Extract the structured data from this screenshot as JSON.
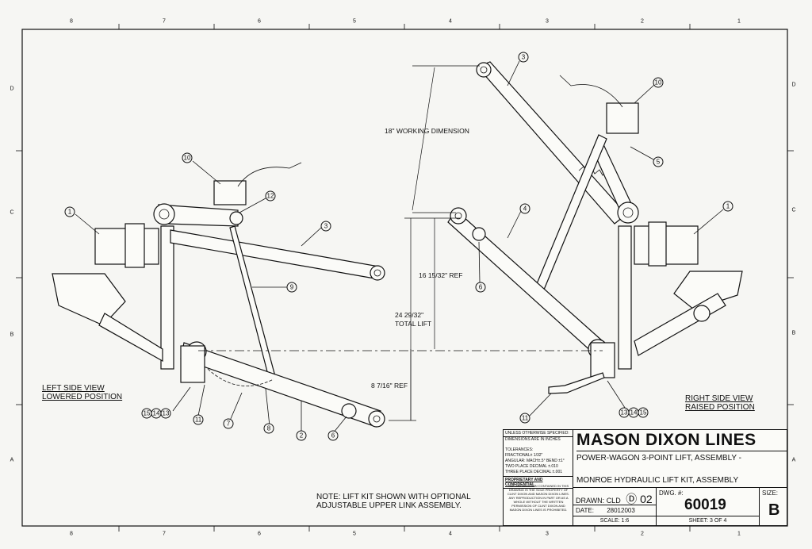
{
  "border": {
    "top_zones": [
      "8",
      "7",
      "6",
      "5",
      "4",
      "3",
      "2",
      "1"
    ],
    "bottom_zones": [
      "8",
      "7",
      "6",
      "5",
      "4",
      "3",
      "2",
      "1"
    ],
    "side_zones": [
      "D",
      "C",
      "B",
      "A"
    ]
  },
  "views": {
    "left_title": [
      "LEFT SIDE VIEW",
      "LOWERED POSITION"
    ],
    "right_title": [
      "RIGHT SIDE VIEW",
      "RAISED POSITION"
    ]
  },
  "dimensions": {
    "working": "18\" WORKING DIMENSION",
    "ref_upper": "16 15/32\" REF",
    "total_lift": [
      "24 29/32\"",
      "TOTAL LIFT"
    ],
    "ref_lower": "8 7/16\" REF"
  },
  "callouts_left": [
    "10",
    "12",
    "1",
    "3",
    "9",
    "15",
    "14",
    "13",
    "11",
    "7",
    "8",
    "2",
    "6"
  ],
  "callouts_right": [
    "3",
    "10",
    "5",
    "1",
    "4",
    "6",
    "11",
    "13",
    "14",
    "15"
  ],
  "note": [
    "NOTE: LIFT KIT SHOWN WITH OPTIONAL",
    "ADJUSTABLE UPPER LINK ASSEMBLY."
  ],
  "title_block": {
    "tolerance_header": "UNLESS OTHERWISE SPECIFIED:",
    "tolerance_lines": [
      "DIMENSIONS ARE IN INCHES",
      "TOLERANCES:",
      "FRACTIONAL± 1/32\"",
      "ANGULAR: MACH±.5° BEND ±1°",
      "TWO PLACE DECIMAL   ±.010",
      "THREE PLACE DECIMAL   ±.001"
    ],
    "proprietary": "PROPRIETARY AND CONFIDENTIAL",
    "proprietary_text": "THE INFORMATION CONTAINED IN THIS DRAWING IS THE SOLE PROPERTY OF CLINT DIXON AND MASON DIXON LINES. ANY REPRODUCTION IN PART OR AS A WHOLE WITHOUT THE WRITTEN PERMISSION OF CLINT DIXON AND MASON DIXON LINES IS PROHIBITED.",
    "company": "MASON DIXON LINES",
    "title_line1": "POWER-WAGON 3-POINT LIFT, ASSEMBLY -",
    "title_line2": "MONROE HYDRAULIC LIFT KIT, ASSEMBLY",
    "drawn_label": "DRAWN:",
    "drawn_value": "CLD",
    "revision": "Ⓓ 02",
    "dwg_label": "DWG. #:",
    "dwg_value": "60019",
    "size_label": "SIZE:",
    "size_value": "B",
    "date_label": "DATE:",
    "date_value": "28012003",
    "scale": "SCALE: 1:6",
    "sheet": "SHEET: 3 OF 4"
  }
}
